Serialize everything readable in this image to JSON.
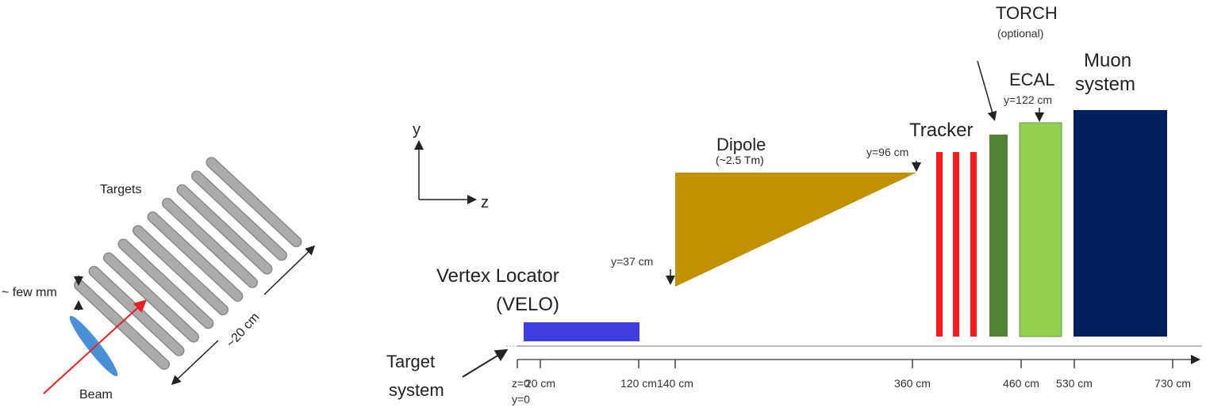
{
  "left_panel": {
    "targets_label": "Targets",
    "spacing_label": "~ few mm",
    "length_label": "~20 cm",
    "beam_label": "Beam",
    "rod_count": 10
  },
  "axes": {
    "y_label": "y",
    "z_label": "z"
  },
  "detectors": {
    "velo": {
      "line1": "Vertex Locator",
      "line2": "(VELO)",
      "color": "#3f3fe0"
    },
    "dipole": {
      "line1": "Dipole",
      "line2": "(~2.5 Tm)",
      "y_low": "y=37 cm",
      "y_high": "y=96 cm",
      "color": "#bf9000"
    },
    "tracker": {
      "label": "Tracker",
      "color": "#ff1a1a"
    },
    "torch": {
      "line1": "TORCH",
      "line2": "(optional)",
      "color": "#548235"
    },
    "ecal": {
      "label": "ECAL",
      "y_label": "y=122 cm",
      "color": "#92d050"
    },
    "muon": {
      "line1": "Muon",
      "line2": "system",
      "color": "#002060"
    },
    "target_system": {
      "line1": "Target",
      "line2": "system"
    }
  },
  "z_axis": {
    "ticks": [
      "z=0",
      "20 cm",
      "120 cm",
      "140 cm",
      "360 cm",
      "460 cm",
      "530 cm",
      "730 cm"
    ],
    "origin_y": "y=0"
  }
}
